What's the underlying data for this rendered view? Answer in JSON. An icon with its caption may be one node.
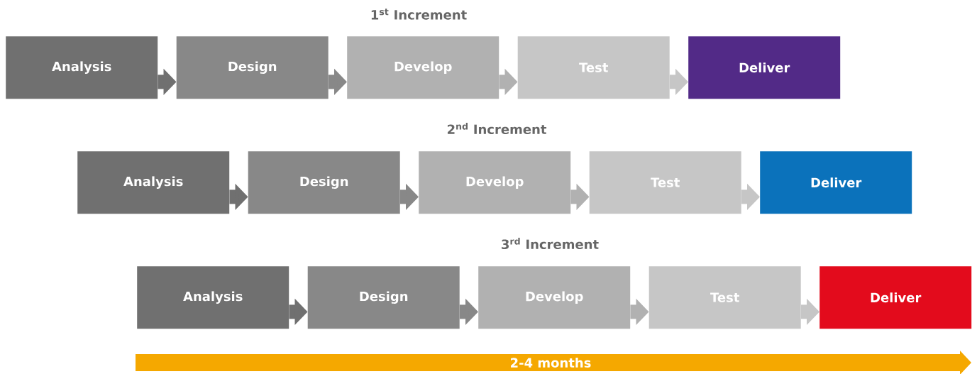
{
  "diagram": {
    "nodes": [
      {
        "text": [
          "Analysis"
        ]
      },
      {
        "text": [
          "Design"
        ]
      },
      {
        "text": [
          "Develop"
        ]
      },
      {
        "text": [
          "Test"
        ]
      },
      {
        "text": [
          "Deliver"
        ]
      },
      {
        "text": [
          "Analysis"
        ]
      },
      {
        "text": [
          "Design"
        ]
      },
      {
        "text": [
          "Develop"
        ]
      },
      {
        "text": [
          "Test"
        ]
      },
      {
        "text": [
          "Deliver"
        ]
      },
      {
        "text": [
          "Analysis"
        ]
      },
      {
        "text": [
          "Design"
        ]
      },
      {
        "text": [
          "Develop"
        ]
      },
      {
        "text": [
          "Test"
        ]
      },
      {
        "text": [
          "Deliver"
        ]
      },
      {
        "text": [
          "2-4 months"
        ]
      }
    ],
    "edges": [
      {
        "from": 0,
        "to": 1,
        "arrow": "to",
        "color": "#707070"
      },
      {
        "from": 1,
        "to": 2,
        "arrow": "to",
        "color": "#888888"
      },
      {
        "from": 2,
        "to": 3,
        "arrow": "to",
        "color": "#b1b1b1"
      },
      {
        "from": 3,
        "to": 4,
        "arrow": "to",
        "color": "#c6c6c6"
      },
      {
        "from": 5,
        "to": 6,
        "arrow": "to",
        "color": "#707070"
      },
      {
        "from": 6,
        "to": 7,
        "arrow": "to",
        "color": "#888888"
      },
      {
        "from": 7,
        "to": 8,
        "arrow": "to",
        "color": "#b1b1b1"
      },
      {
        "from": 8,
        "to": 9,
        "arrow": "to",
        "color": "#c6c6c6"
      },
      {
        "from": 10,
        "to": 11,
        "arrow": "to",
        "color": "#707070"
      },
      {
        "from": 11,
        "to": 12,
        "arrow": "to",
        "color": "#888888"
      },
      {
        "from": 12,
        "to": 13,
        "arrow": "to",
        "color": "#b1b1b1"
      },
      {
        "from": 13,
        "to": 14,
        "arrow": "to",
        "color": "#c6c6c6"
      }
    ],
    "labels": [
      "1$^{st}$ Increment",
      "2$^{nd}$ Increment",
      "3$^{rd}$ Increment"
    ]
  }
}
